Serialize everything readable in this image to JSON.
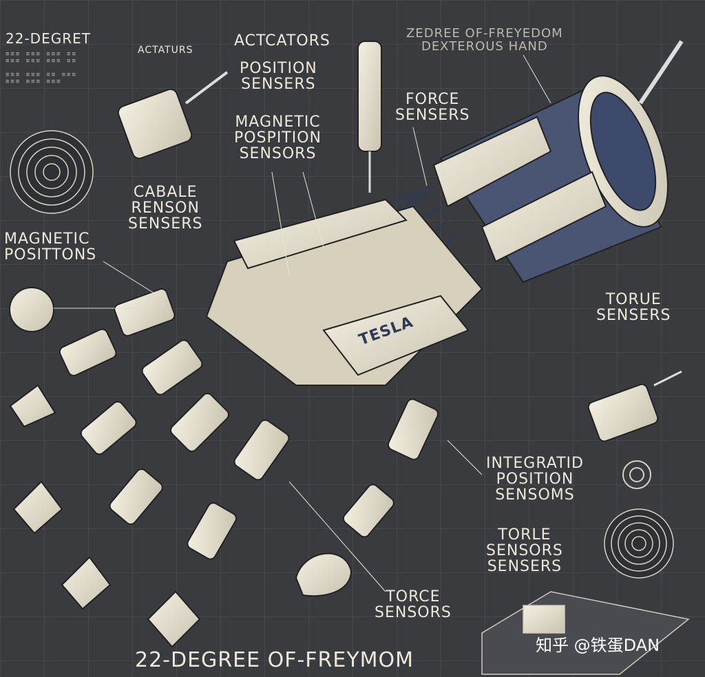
{
  "image": {
    "background": "#3a3b3f",
    "ink": "#ece8dc",
    "metal": "#e9e4d3",
    "wire": "#3d4a6b"
  },
  "labels": {
    "title_top_left": "22-DEGRET",
    "actuators_small": "ACTATURS",
    "actuators": "ACTCATORS",
    "position_sensors": "POSITION\nSENSERS",
    "magnetic_position_sensors": "MAGNETIC\nPOSPITION\nSENSORS",
    "force_sensors_top": "FORCE\nSENSERS",
    "title_top_right": "ZEDREE OF-FREYEDOM\nDEXTEROUS  HAND",
    "cable_tension": "CABALE\nRENSON\nSENSERS",
    "magnetic_positions": "MAGNETIC\nPOSITTONS",
    "torque_sensors_right": "TORUE\nSENSERS",
    "integrated_position": "INTEGRATID\nPOSITION\nSENSOMS",
    "torque_sensors_lower": "TORLE\nSENSORS\nSENSERS",
    "force_sensors_bottom": "TORCE\nSENSORS",
    "palm_badge": "TESLA",
    "bottom_title": "22-DEGREE OF-FREYMOM",
    "watermark": "知乎 @铁蛋DAN"
  }
}
